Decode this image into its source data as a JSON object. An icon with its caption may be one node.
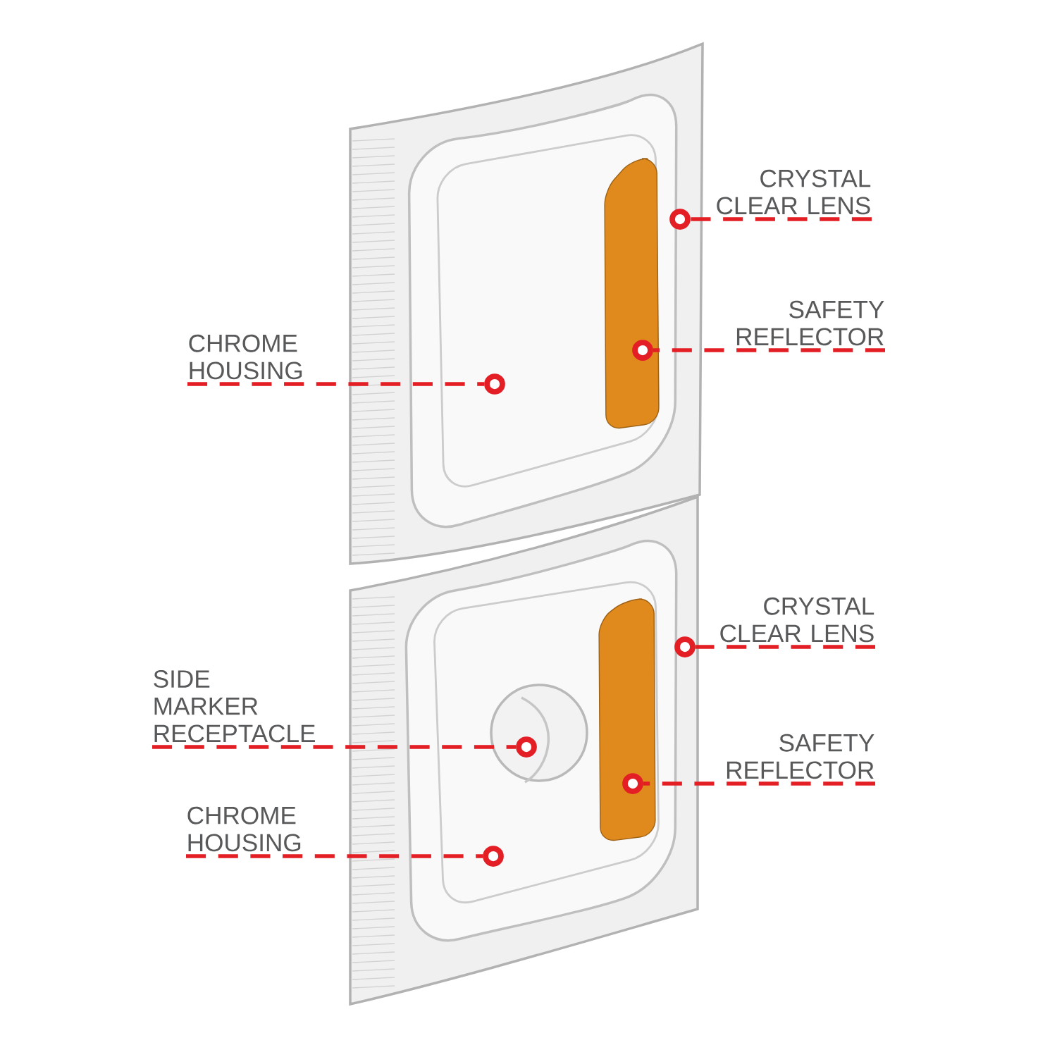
{
  "diagram": {
    "nodes": [
      {
        "text": [
          "CRYSTAL CLEAR LENS"
        ]
      },
      {
        "text": [
          "SAFETY REFLECTOR"
        ]
      },
      {
        "text": [
          "CHROME HOUSING"
        ]
      },
      {
        "text": [
          "CRYSTAL CLEAR LENS"
        ]
      },
      {
        "text": [
          "SIDE MARKER RECEPTACLE"
        ]
      },
      {
        "text": [
          "SAFETY REFLECTOR"
        ]
      },
      {
        "text": [
          "CHROME HOUSING"
        ]
      },
      {
        "text": [],
        "shape": "circle"
      },
      {
        "text": [],
        "shape": "circle"
      },
      {
        "text": [],
        "shape": "circle"
      },
      {
        "text": [],
        "shape": "circle"
      },
      {
        "text": [],
        "shape": "circle"
      },
      {
        "text": [],
        "shape": "circle"
      },
      {
        "text": [],
        "shape": "circle"
      }
    ],
    "edges": [
      {
        "from": 0,
        "to": 7,
        "arrow": "none",
        "style": "dashed"
      },
      {
        "from": 1,
        "to": 8,
        "arrow": "none",
        "style": "dashed"
      },
      {
        "from": 2,
        "to": 9,
        "arrow": "none",
        "style": "dashed"
      },
      {
        "from": 3,
        "to": 10,
        "arrow": "none",
        "style": "dashed"
      },
      {
        "from": 4,
        "to": 11,
        "arrow": "none",
        "style": "dashed"
      },
      {
        "from": 5,
        "to": 12,
        "arrow": "none",
        "style": "dashed"
      },
      {
        "from": 6,
        "to": 13,
        "arrow": "none",
        "style": "dashed"
      }
    ]
  }
}
